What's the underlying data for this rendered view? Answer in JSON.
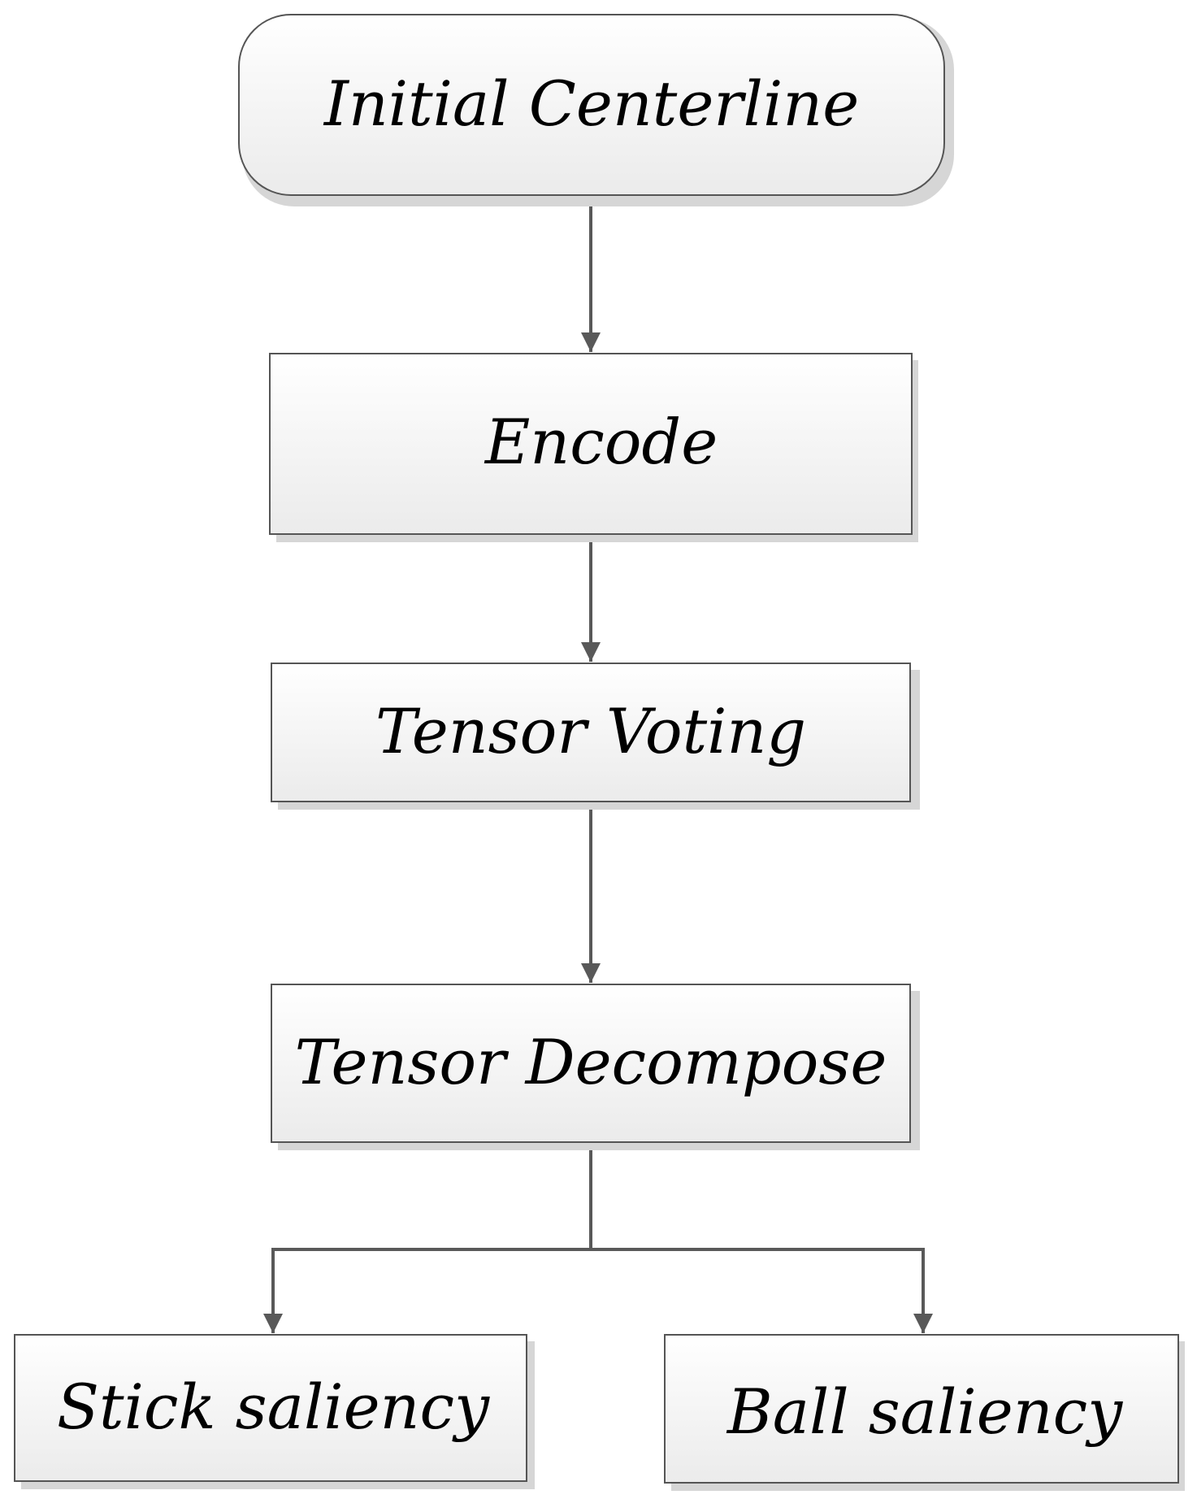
{
  "diagram": {
    "nodes": [
      {
        "id": "initial",
        "label": "Initial Centerline",
        "shape": "rounded"
      },
      {
        "id": "encode",
        "label": "Encode",
        "shape": "rect"
      },
      {
        "id": "voting",
        "label": "Tensor Voting",
        "shape": "rect"
      },
      {
        "id": "decompose",
        "label": "Tensor Decompose",
        "shape": "rect"
      },
      {
        "id": "stick",
        "label": "Stick saliency",
        "shape": "rect"
      },
      {
        "id": "ball",
        "label": "Ball saliency",
        "shape": "rect"
      }
    ],
    "edges": [
      {
        "from": "initial",
        "to": "encode"
      },
      {
        "from": "encode",
        "to": "voting"
      },
      {
        "from": "voting",
        "to": "decompose"
      },
      {
        "from": "decompose",
        "to": "stick"
      },
      {
        "from": "decompose",
        "to": "ball"
      }
    ],
    "colors": {
      "box_fill_top": "#ffffff",
      "box_fill_bottom": "#ebebeb",
      "box_stroke": "#555555",
      "shadow": "#d6d6d6",
      "arrow": "#595959",
      "text": "#000000"
    }
  }
}
